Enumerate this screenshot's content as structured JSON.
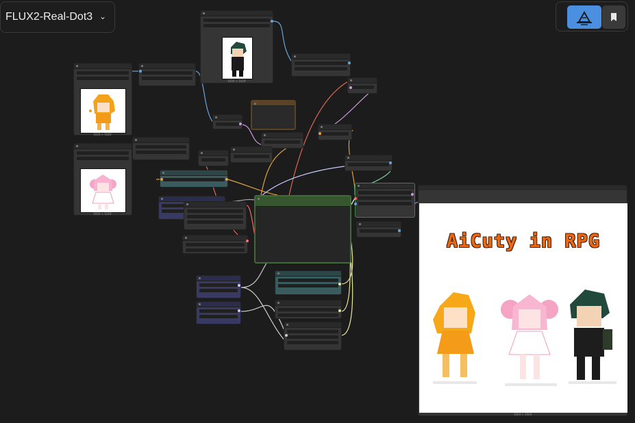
{
  "workflow": {
    "name": "FLUX2-Real-Dot3"
  },
  "toolbar": {
    "active_icon": "app-logo-icon",
    "second_icon": "bookmark-icon",
    "accent": "#4b8fe0"
  },
  "image_nodes": [
    {
      "id": "img1",
      "caption": "1024 × 1024"
    },
    {
      "id": "img2",
      "caption": "1024 × 1024"
    },
    {
      "id": "img3",
      "caption": "1024 × 1024"
    }
  ],
  "preview": {
    "title": "AiCuty in RPG",
    "caption": "1024 × 1024",
    "title_color": "#e86a16"
  }
}
